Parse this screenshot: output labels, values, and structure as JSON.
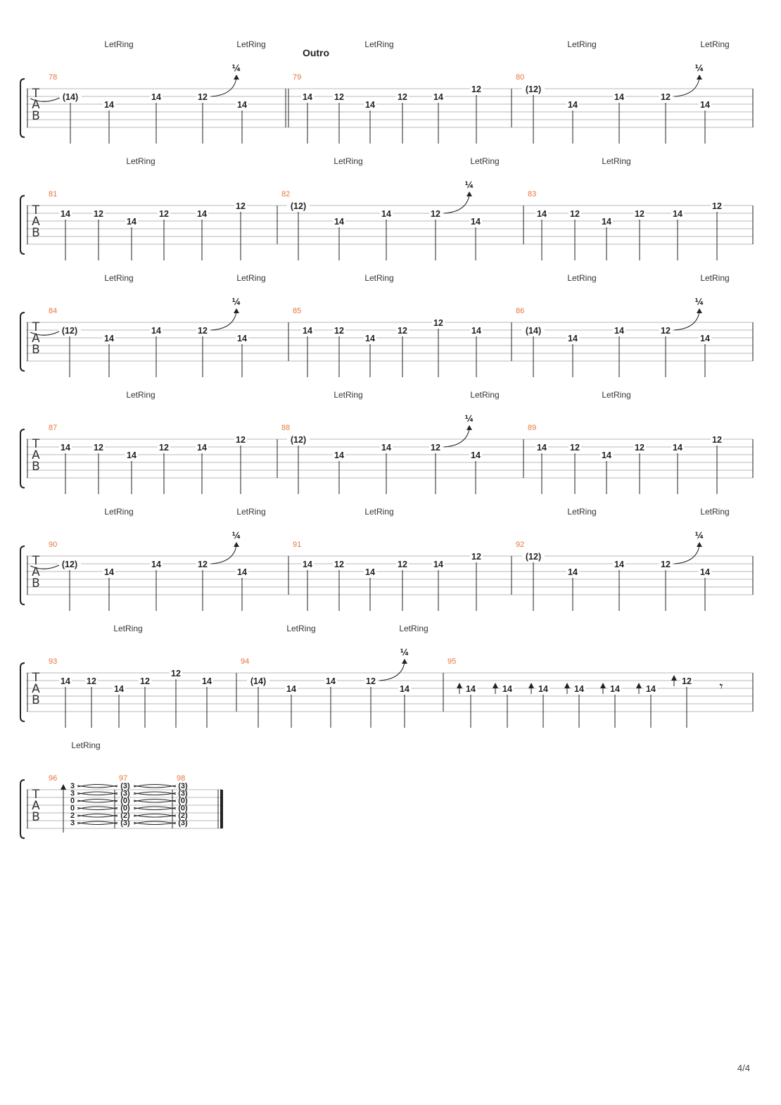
{
  "page": {
    "number": "4/4"
  },
  "section_label": "Outro",
  "clef": [
    "T",
    "A",
    "B"
  ],
  "annotations": {
    "let_ring": "LetRing",
    "bend": "¼",
    "rest": "𝄾"
  },
  "colors": {
    "measure_number": "#e8743c",
    "staff_line": "#b8b8b8",
    "ink": "#222222"
  },
  "systems": [
    {
      "let_ring": [
        "LetRing",
        "LetRing",
        "LetRing",
        "LetRing",
        "LetRing"
      ],
      "measures": [
        {
          "number": "78",
          "notes": [
            {
              "fret": "(14)",
              "string": 2,
              "tie_in": true
            },
            {
              "fret": "14",
              "string": 3
            },
            {
              "fret": "14",
              "string": 2
            },
            {
              "fret": "12",
              "string": 2,
              "bend": "¼"
            },
            {
              "fret": "14",
              "string": 3
            }
          ]
        },
        {
          "number": "79",
          "notes": [
            {
              "fret": "14",
              "string": 2
            },
            {
              "fret": "12",
              "string": 2
            },
            {
              "fret": "14",
              "string": 3
            },
            {
              "fret": "12",
              "string": 2
            },
            {
              "fret": "14",
              "string": 2
            },
            {
              "fret": "12",
              "string": 1
            }
          ]
        },
        {
          "number": "80",
          "notes": [
            {
              "fret": "(12)",
              "string": 1
            },
            {
              "fret": "14",
              "string": 3
            },
            {
              "fret": "14",
              "string": 2
            },
            {
              "fret": "12",
              "string": 2,
              "bend": "¼"
            },
            {
              "fret": "14",
              "string": 3
            }
          ]
        }
      ]
    },
    {
      "let_ring": [
        "LetRing",
        "LetRing",
        "LetRing",
        "LetRing"
      ],
      "measures": [
        {
          "number": "81",
          "notes": [
            {
              "fret": "14",
              "string": 2
            },
            {
              "fret": "12",
              "string": 2
            },
            {
              "fret": "14",
              "string": 3
            },
            {
              "fret": "12",
              "string": 2
            },
            {
              "fret": "14",
              "string": 2
            },
            {
              "fret": "12",
              "string": 1
            }
          ]
        },
        {
          "number": "82",
          "notes": [
            {
              "fret": "(12)",
              "string": 1
            },
            {
              "fret": "14",
              "string": 3
            },
            {
              "fret": "14",
              "string": 2
            },
            {
              "fret": "12",
              "string": 2,
              "bend": "¼"
            },
            {
              "fret": "14",
              "string": 3
            }
          ]
        },
        {
          "number": "83",
          "notes": [
            {
              "fret": "14",
              "string": 2
            },
            {
              "fret": "12",
              "string": 2
            },
            {
              "fret": "14",
              "string": 3
            },
            {
              "fret": "12",
              "string": 2
            },
            {
              "fret": "14",
              "string": 2
            },
            {
              "fret": "12",
              "string": 1
            }
          ]
        }
      ]
    },
    {
      "let_ring": [
        "LetRing",
        "LetRing",
        "LetRing",
        "LetRing",
        "LetRing"
      ],
      "measures": [
        {
          "number": "84",
          "notes": [
            {
              "fret": "(12)",
              "string": 2,
              "tie_in": true
            },
            {
              "fret": "14",
              "string": 3
            },
            {
              "fret": "14",
              "string": 2
            },
            {
              "fret": "12",
              "string": 2,
              "bend": "¼"
            },
            {
              "fret": "14",
              "string": 3
            }
          ]
        },
        {
          "number": "85",
          "notes": [
            {
              "fret": "14",
              "string": 2
            },
            {
              "fret": "12",
              "string": 2
            },
            {
              "fret": "14",
              "string": 3
            },
            {
              "fret": "12",
              "string": 2
            },
            {
              "fret": "12",
              "string": 1
            },
            {
              "fret": "14",
              "string": 2
            }
          ]
        },
        {
          "number": "86",
          "notes": [
            {
              "fret": "(14)",
              "string": 2
            },
            {
              "fret": "14",
              "string": 3
            },
            {
              "fret": "14",
              "string": 2
            },
            {
              "fret": "12",
              "string": 2,
              "bend": "¼"
            },
            {
              "fret": "14",
              "string": 3
            }
          ]
        }
      ]
    },
    {
      "let_ring": [
        "LetRing",
        "LetRing",
        "LetRing",
        "LetRing"
      ],
      "measures": [
        {
          "number": "87",
          "notes": [
            {
              "fret": "14",
              "string": 2
            },
            {
              "fret": "12",
              "string": 2
            },
            {
              "fret": "14",
              "string": 3
            },
            {
              "fret": "12",
              "string": 2
            },
            {
              "fret": "14",
              "string": 2
            },
            {
              "fret": "12",
              "string": 1
            }
          ]
        },
        {
          "number": "88",
          "notes": [
            {
              "fret": "(12)",
              "string": 1
            },
            {
              "fret": "14",
              "string": 3
            },
            {
              "fret": "14",
              "string": 2
            },
            {
              "fret": "12",
              "string": 2,
              "bend": "¼"
            },
            {
              "fret": "14",
              "string": 3
            }
          ]
        },
        {
          "number": "89",
          "notes": [
            {
              "fret": "14",
              "string": 2
            },
            {
              "fret": "12",
              "string": 2
            },
            {
              "fret": "14",
              "string": 3
            },
            {
              "fret": "12",
              "string": 2
            },
            {
              "fret": "14",
              "string": 2
            },
            {
              "fret": "12",
              "string": 1
            }
          ]
        }
      ]
    },
    {
      "let_ring": [
        "LetRing",
        "LetRing",
        "LetRing",
        "LetRing",
        "LetRing"
      ],
      "measures": [
        {
          "number": "90",
          "notes": [
            {
              "fret": "(12)",
              "string": 2,
              "tie_in": true
            },
            {
              "fret": "14",
              "string": 3
            },
            {
              "fret": "14",
              "string": 2
            },
            {
              "fret": "12",
              "string": 2,
              "bend": "¼"
            },
            {
              "fret": "14",
              "string": 3
            }
          ]
        },
        {
          "number": "91",
          "notes": [
            {
              "fret": "14",
              "string": 2
            },
            {
              "fret": "12",
              "string": 2
            },
            {
              "fret": "14",
              "string": 3
            },
            {
              "fret": "12",
              "string": 2
            },
            {
              "fret": "14",
              "string": 2
            },
            {
              "fret": "12",
              "string": 1
            }
          ]
        },
        {
          "number": "92",
          "notes": [
            {
              "fret": "(12)",
              "string": 1
            },
            {
              "fret": "14",
              "string": 3
            },
            {
              "fret": "14",
              "string": 2
            },
            {
              "fret": "12",
              "string": 2,
              "bend": "¼"
            },
            {
              "fret": "14",
              "string": 3
            }
          ]
        }
      ]
    },
    {
      "let_ring": [
        "LetRing",
        "LetRing",
        "LetRing"
      ],
      "measures": [
        {
          "number": "93",
          "notes": [
            {
              "fret": "14",
              "string": 2
            },
            {
              "fret": "12",
              "string": 2
            },
            {
              "fret": "14",
              "string": 3
            },
            {
              "fret": "12",
              "string": 2
            },
            {
              "fret": "12",
              "string": 1
            },
            {
              "fret": "14",
              "string": 2
            }
          ]
        },
        {
          "number": "94",
          "notes": [
            {
              "fret": "(14)",
              "string": 2
            },
            {
              "fret": "14",
              "string": 3
            },
            {
              "fret": "14",
              "string": 2
            },
            {
              "fret": "12",
              "string": 2,
              "bend": "¼"
            },
            {
              "fret": "14",
              "string": 3
            }
          ]
        },
        {
          "number": "95",
          "notes": [
            {
              "fret": "14",
              "string": 3
            },
            {
              "fret": "14",
              "string": 3
            },
            {
              "fret": "14",
              "string": 3
            },
            {
              "fret": "14",
              "string": 3
            },
            {
              "fret": "14",
              "string": 3
            },
            {
              "fret": "14",
              "string": 3
            },
            {
              "fret": "12",
              "string": 2
            }
          ]
        }
      ]
    },
    {
      "let_ring": [
        "LetRing"
      ],
      "measures": [
        {
          "number": "96",
          "chord": [
            "3",
            "3",
            "0",
            "0",
            "2",
            "3"
          ]
        },
        {
          "number": "97",
          "chord": [
            "(3)",
            "(3)",
            "(0)",
            "(0)",
            "(2)",
            "(3)"
          ]
        },
        {
          "number": "98",
          "chord": [
            "(3)",
            "(3)",
            "(0)",
            "(0)",
            "(2)",
            "(3)"
          ]
        }
      ]
    }
  ]
}
